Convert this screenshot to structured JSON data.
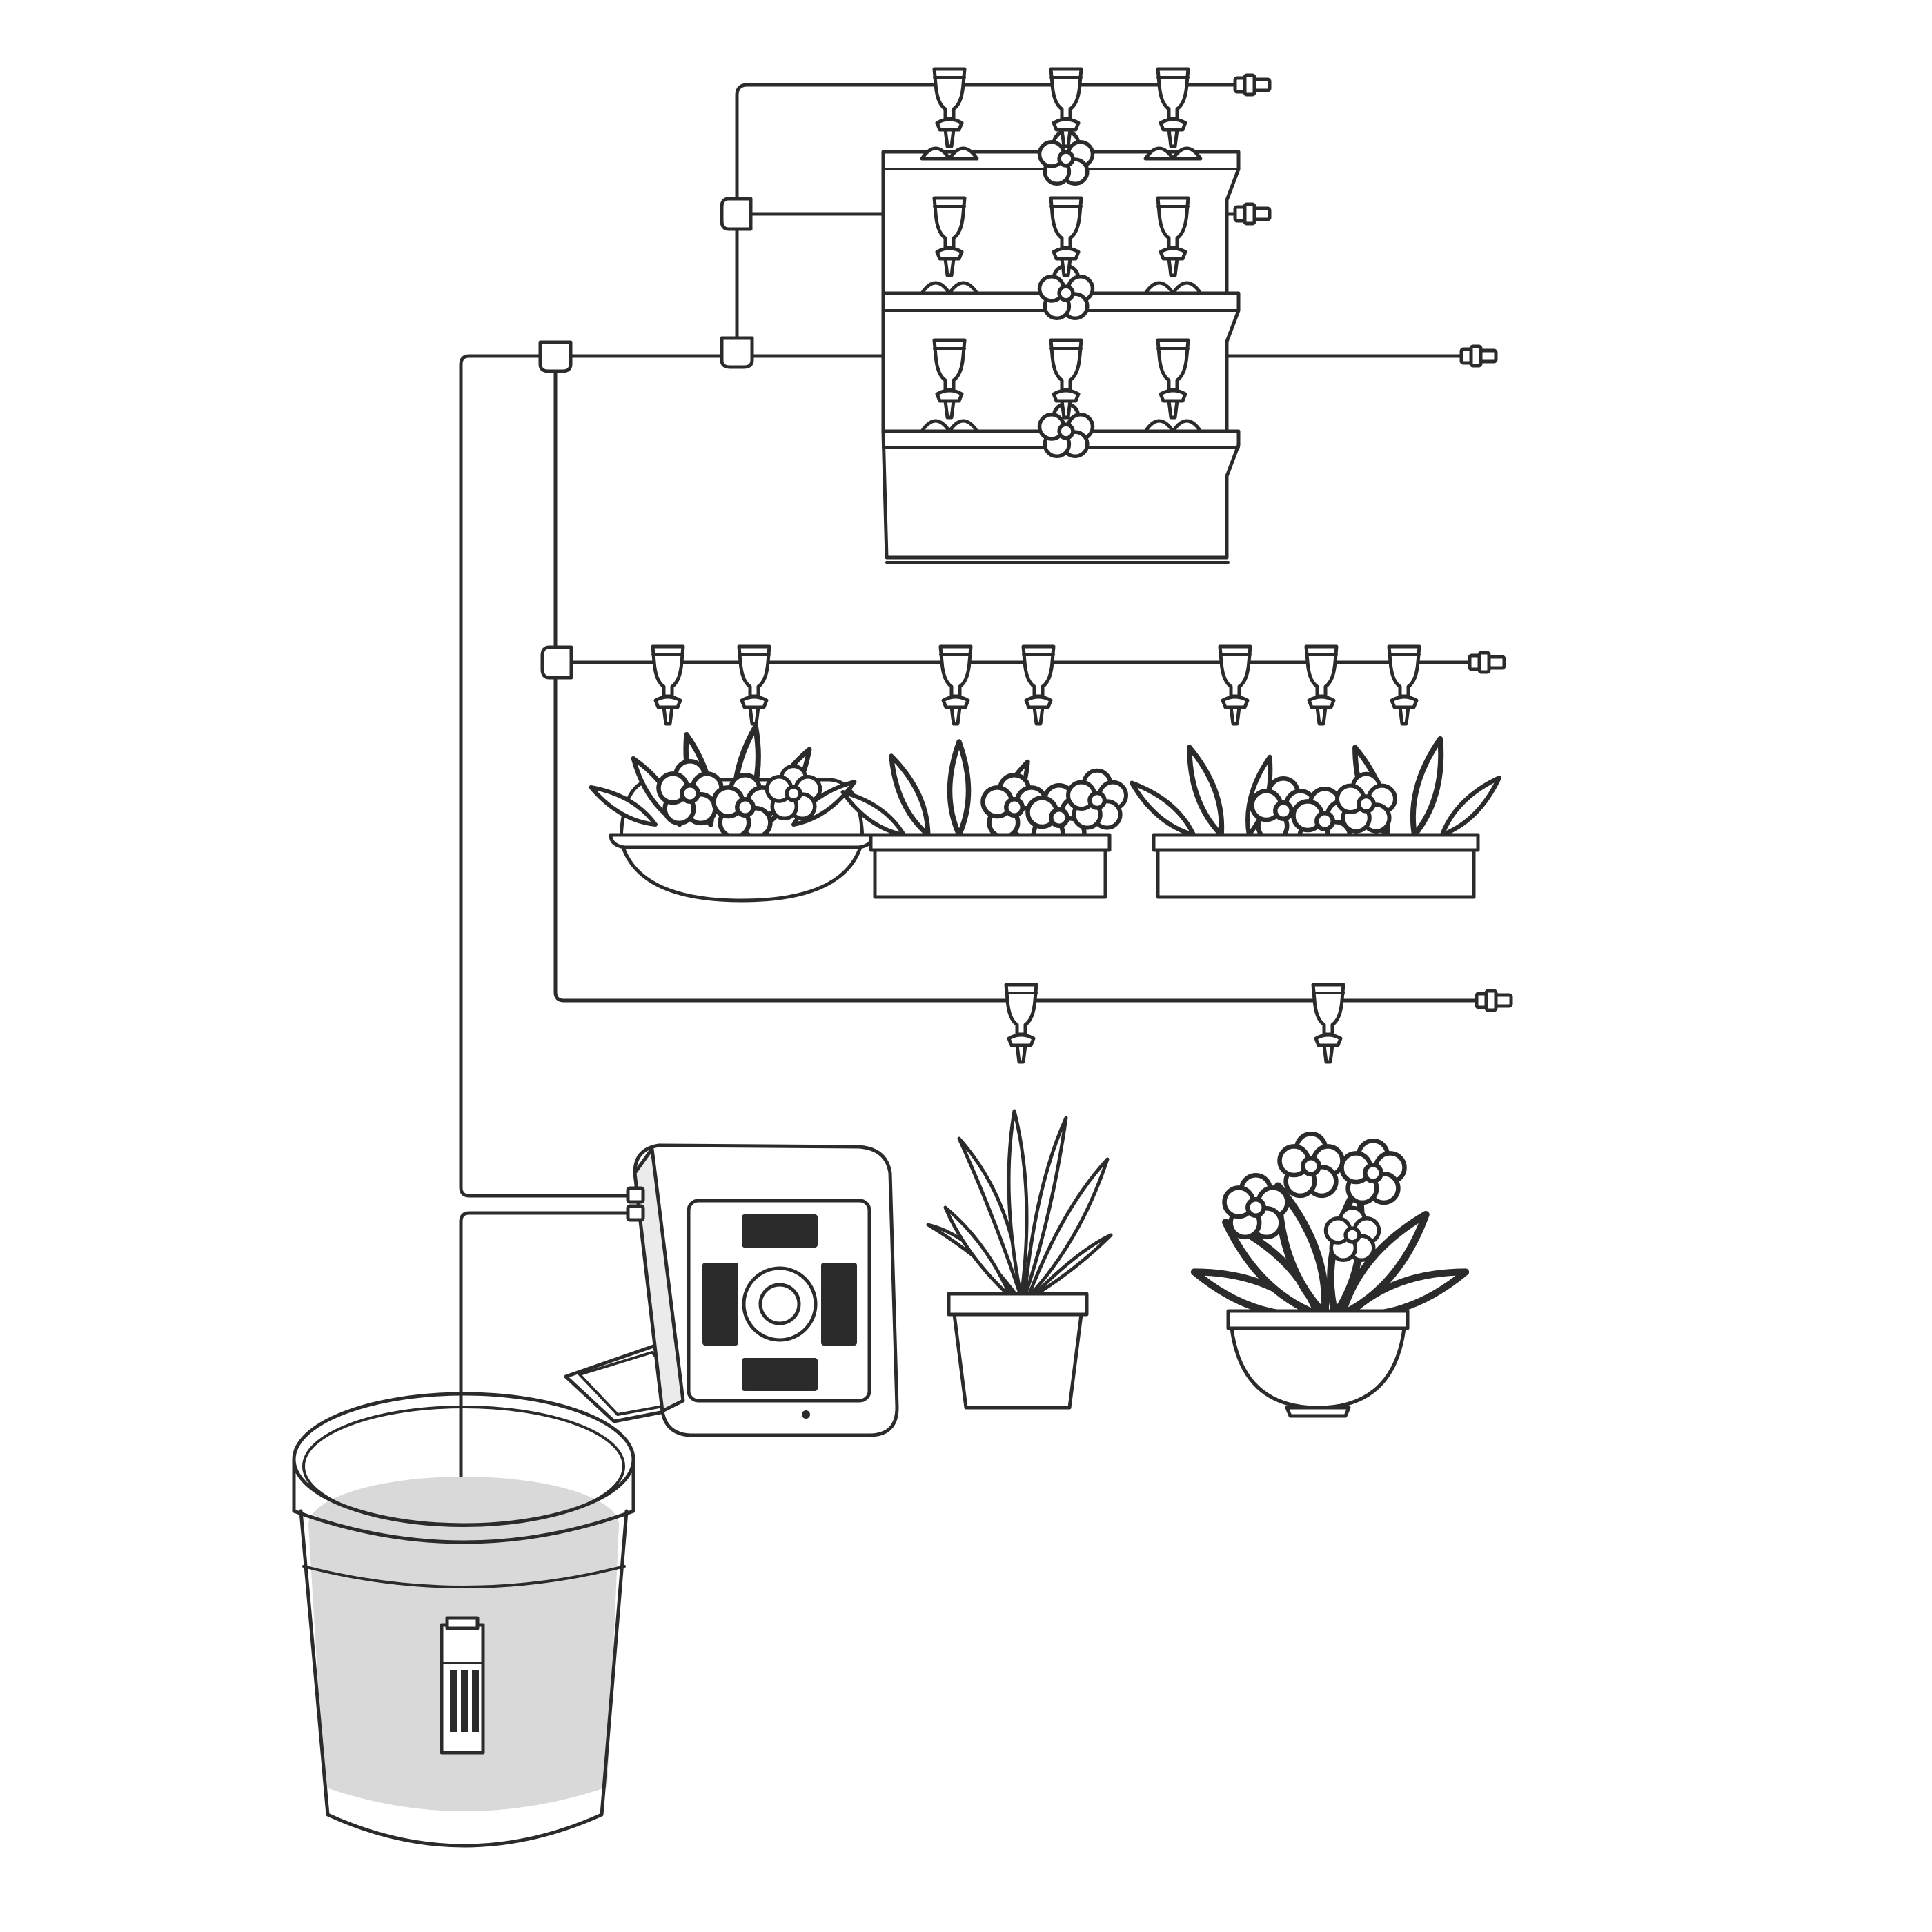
{
  "diagram": {
    "background": "#ffffff",
    "line_color": "#2b2b2b",
    "water_color": "#d9d9d9",
    "components": {
      "reservoir": "bucket-reservoir",
      "pump": "submersible-pump",
      "controller": "irrigation-controller",
      "manifolds": 4
    },
    "tiers": [
      {
        "rows": 3,
        "drippers_per_row": 3
      },
      {
        "containers": [
          "round-bowl",
          "small-planter-box",
          "long-planter-box"
        ],
        "drippers": [
          2,
          2,
          3
        ]
      },
      {
        "containers": [
          "pot-spiky-plant",
          "bowl-flowering-plant"
        ],
        "drippers": [
          1,
          1
        ]
      }
    ]
  }
}
